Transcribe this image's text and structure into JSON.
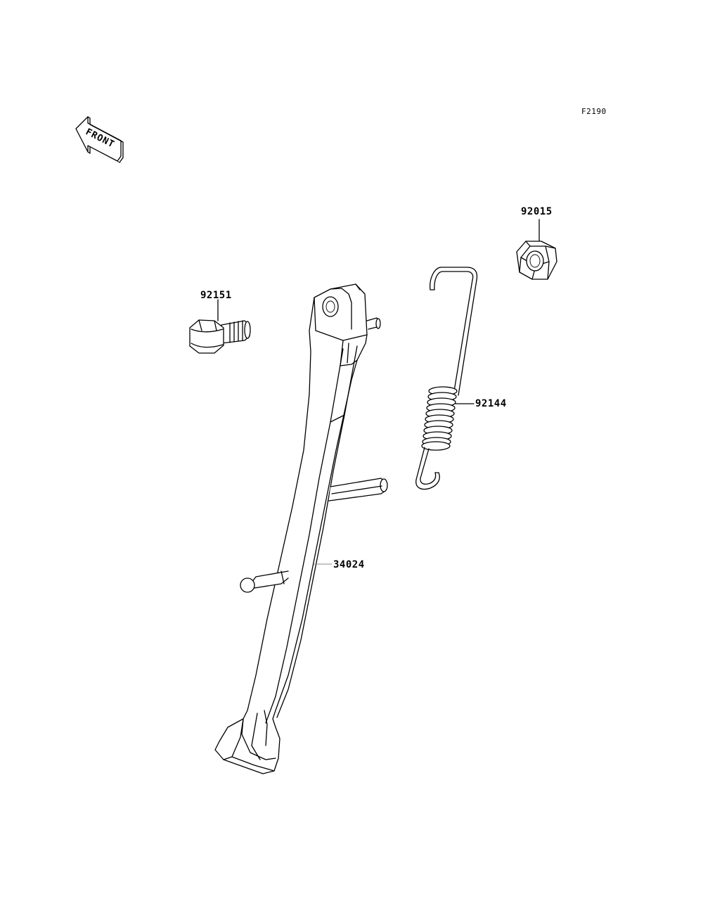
{
  "figure_code": "F2190",
  "front_indicator": {
    "text": "FRONT"
  },
  "parts": [
    {
      "number": "92015",
      "name": "nut"
    },
    {
      "number": "92151",
      "name": "bolt"
    },
    {
      "number": "92144",
      "name": "spring"
    },
    {
      "number": "34024",
      "name": "side-stand"
    }
  ],
  "colors": {
    "line": "#000000",
    "leader_gray": "#888888",
    "background": "#ffffff"
  }
}
